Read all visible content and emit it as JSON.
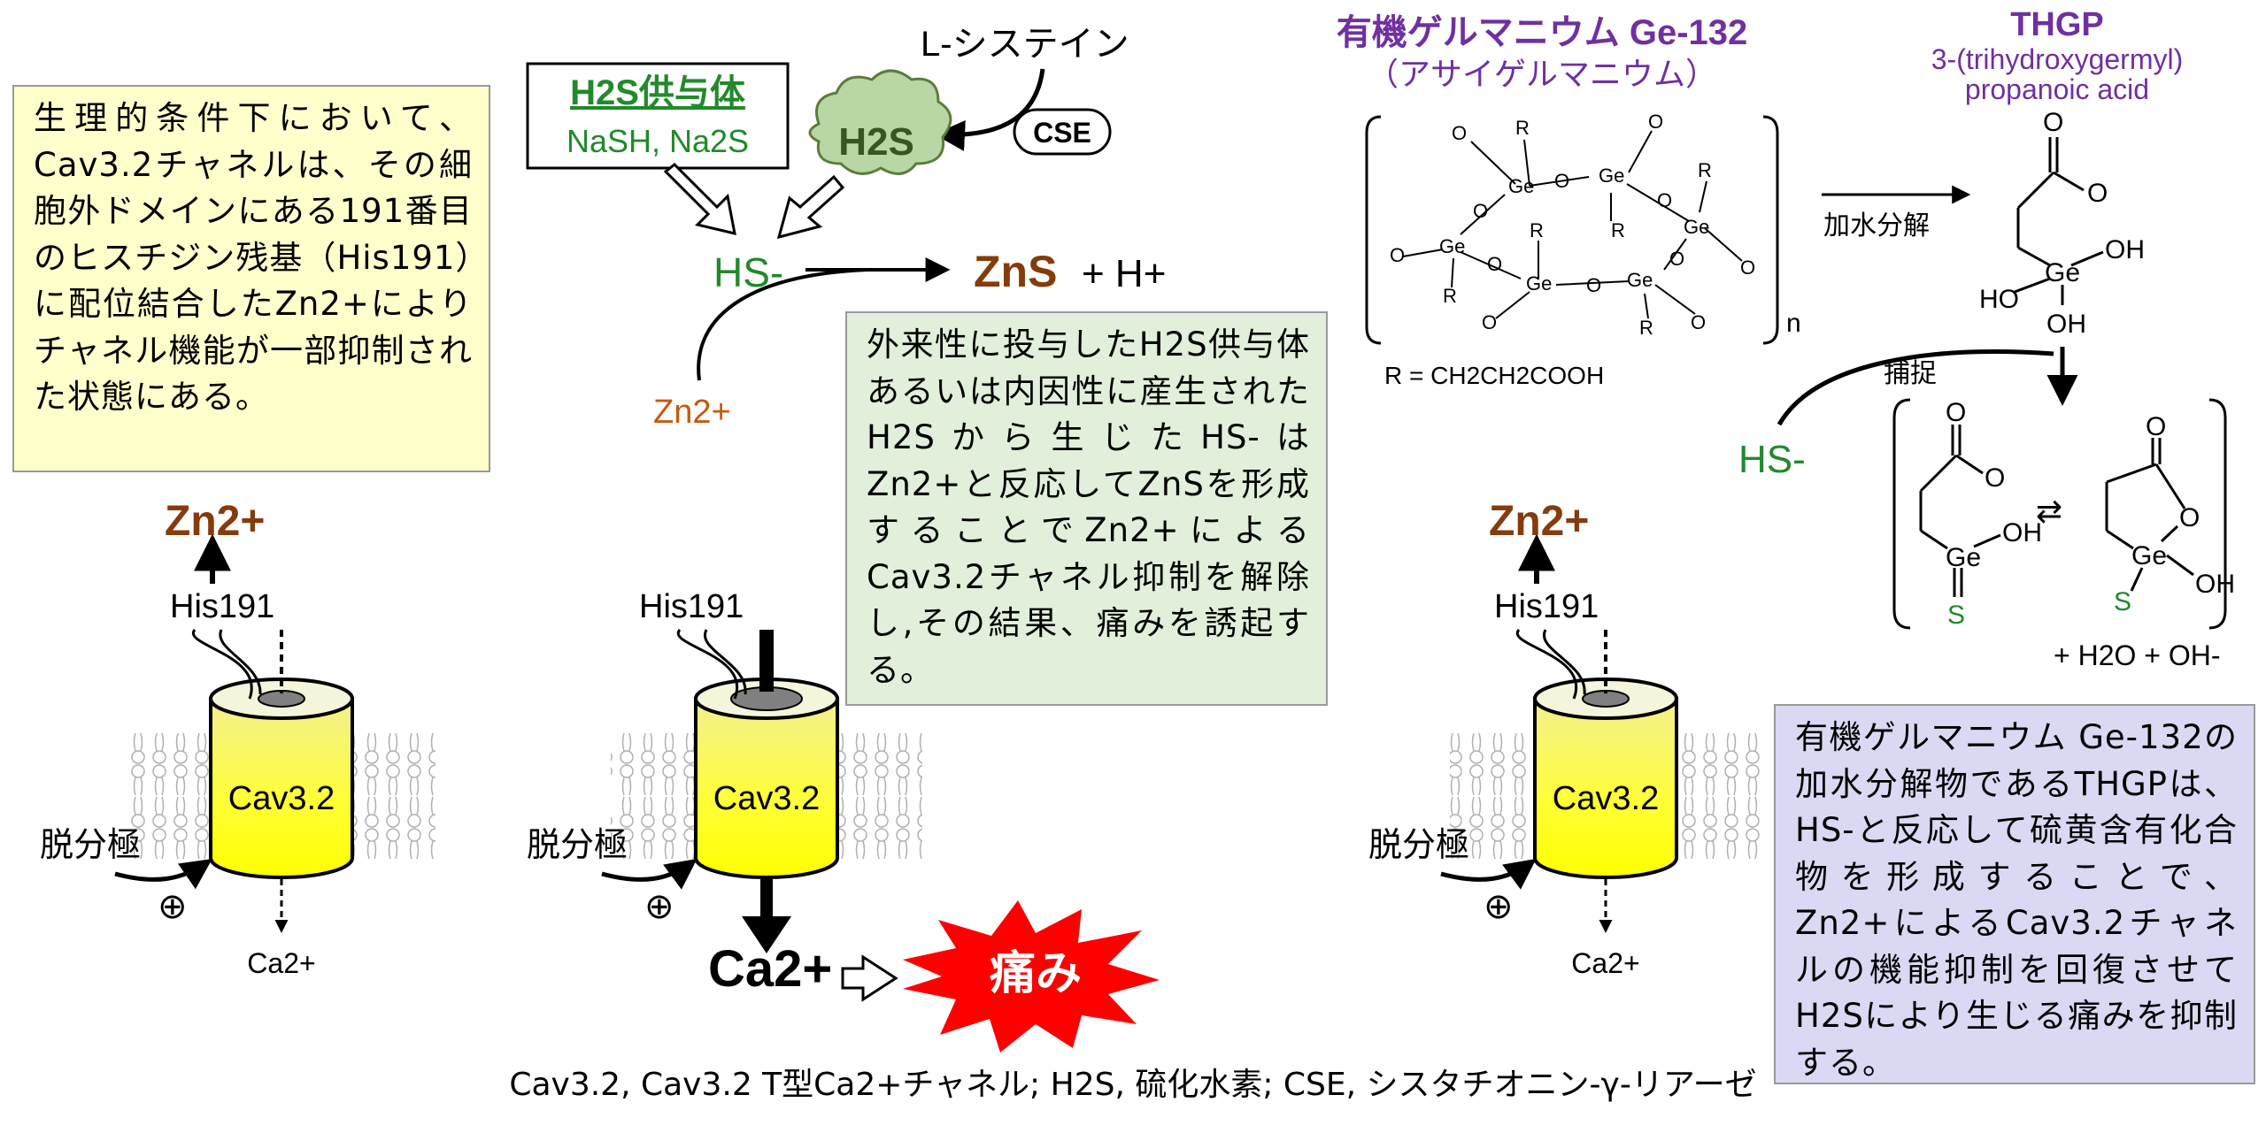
{
  "colors": {
    "accent_purple": "#7030a0",
    "hs_green": "#218a2b",
    "zn_brown": "#843c0c",
    "zn_orange": "#c55a11",
    "pain_red": "#ff0000",
    "box_yellow": "#ffffcc",
    "box_green": "#e2efda",
    "box_lavender": "#d9d9f3",
    "cloud_green": "#b9d6a5"
  },
  "boxes": {
    "physiological": "生理的条件下において、Cav3.2チャネルは、その細胞外ドメインにある191番目のヒスチジン残基（His191）に配位結合したZn2+によりチャネル機能が一部抑制された状態にある。",
    "h2s_effect": "外来性に投与したH2S供与体あるいは内因性に産生されたH2Sから生じたHS-はZn2+と反応してZnSを形成することでZn2+によるCav3.2チャネル抑制を解除し,その結果、痛みを誘起する。",
    "thgp_effect": "有機ゲルマニウム Ge-132の加水分解物であるTHGPは、HS-と反応して硫黄含有化合物を形成することで、Zn2+によるCav3.2チャネルの機能抑制を回復させてH2Sにより生じる痛みを抑制する。"
  },
  "pathway": {
    "h2s_donor_title": "H2S供与体",
    "h2s_donor_examples": "NaSH, Na2S",
    "l_cysteine": "L-システイン",
    "cse": "CSE",
    "h2s": "H2S",
    "hs": "HS-",
    "zn_ion": "Zn2+",
    "product_zns": "ZnS",
    "product_h": "+ H+"
  },
  "channels": {
    "label": "Cav3.2",
    "his": "His191",
    "zn": "Zn2+",
    "depolarization": "脱分極",
    "plus": "⊕",
    "ca": "Ca2+",
    "ca_large": "Ca2+",
    "pain": "痛み"
  },
  "chem": {
    "ge132_title": "有機ゲルマニウム Ge-132",
    "ge132_subtitle": "（アサイゲルマニウム）",
    "thgp_title": "THGP",
    "thgp_name": "3-(trihydroxygermyl)",
    "thgp_name2": "propanoic acid",
    "hydrolysis": "加水分解",
    "capture": "捕捉",
    "r_def": "R = CH2CH2COOH",
    "n": "n",
    "hs": "HS-",
    "water": "+ H2O + OH-",
    "ge": "Ge",
    "oh": "OH",
    "ho": "HO",
    "o": "O",
    "r": "R",
    "s": "S",
    "s_minus": "S",
    "o_minus": "O"
  },
  "caption": "Cav3.2, Cav3.2 T型Ca2+チャネル; H2S, 硫化水素; CSE, シスタチオニン-γ-リアーゼ"
}
